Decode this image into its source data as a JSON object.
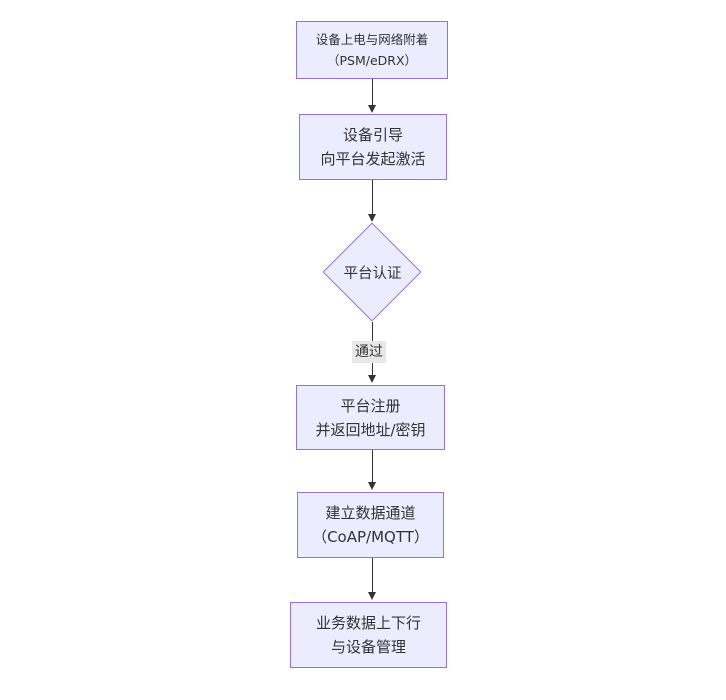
{
  "diagram": {
    "type": "flowchart",
    "direction": "top-down",
    "colors": {
      "background": "#ffffff",
      "node_fill": "#ECECFF",
      "node_border": "#9370DB",
      "arrow_color": "#333333",
      "text_color": "#333333",
      "edge_label_background": "#e8e8e8"
    },
    "nodes": [
      {
        "id": "n1",
        "shape": "rect",
        "lines": [
          "设备上电与网络附着",
          "（PSM/eDRX）"
        ]
      },
      {
        "id": "n2",
        "shape": "rect",
        "lines": [
          "设备引导",
          "向平台发起激活"
        ]
      },
      {
        "id": "n3",
        "shape": "diamond",
        "lines": [
          "平台认证"
        ]
      },
      {
        "id": "n4",
        "shape": "rect",
        "lines": [
          "平台注册",
          "并返回地址/密钥"
        ]
      },
      {
        "id": "n5",
        "shape": "rect",
        "lines": [
          "建立数据通道",
          "（CoAP/MQTT）"
        ]
      },
      {
        "id": "n6",
        "shape": "rect",
        "lines": [
          "业务数据上下行",
          "与设备管理"
        ]
      }
    ],
    "edges": [
      {
        "from": "n1",
        "to": "n2",
        "label": ""
      },
      {
        "from": "n2",
        "to": "n3",
        "label": ""
      },
      {
        "from": "n3",
        "to": "n4",
        "label": "通过"
      },
      {
        "from": "n4",
        "to": "n5",
        "label": ""
      },
      {
        "from": "n5",
        "to": "n6",
        "label": ""
      }
    ]
  }
}
